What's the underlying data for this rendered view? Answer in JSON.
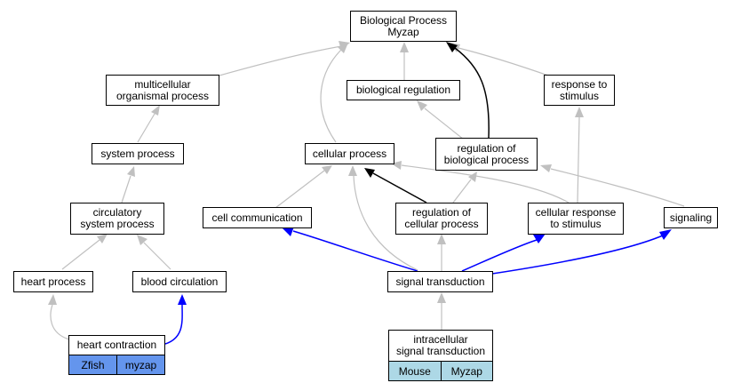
{
  "colors": {
    "edge_gray": "#c0c0c0",
    "edge_black": "#000000",
    "edge_blue": "#0000ff",
    "zfish_tag": "#6495ed",
    "mouse_tag": "#add8e6"
  },
  "nodes": {
    "root": "Biological Process\nMyzap",
    "multicellular": "multicellular\norganismal process",
    "bioreg": "biological regulation",
    "response": "response to\nstimulus",
    "system": "system process",
    "cellular": "cellular process",
    "regbio": "regulation of\nbiological process",
    "circulatory": "circulatory\nsystem process",
    "cellcomm": "cell communication",
    "regcell": "regulation of\ncellular process",
    "cellresp": "cellular response\nto stimulus",
    "signaling": "signaling",
    "heartproc": "heart process",
    "bloodcirc": "blood circulation",
    "signal": "signal transduction",
    "heartcontr": "heart contraction",
    "intracell": "intracellular\nsignal transduction"
  },
  "tags": {
    "heartcontr": [
      "Zfish",
      "myzap"
    ],
    "intracell": [
      "Mouse",
      "Myzap"
    ]
  }
}
